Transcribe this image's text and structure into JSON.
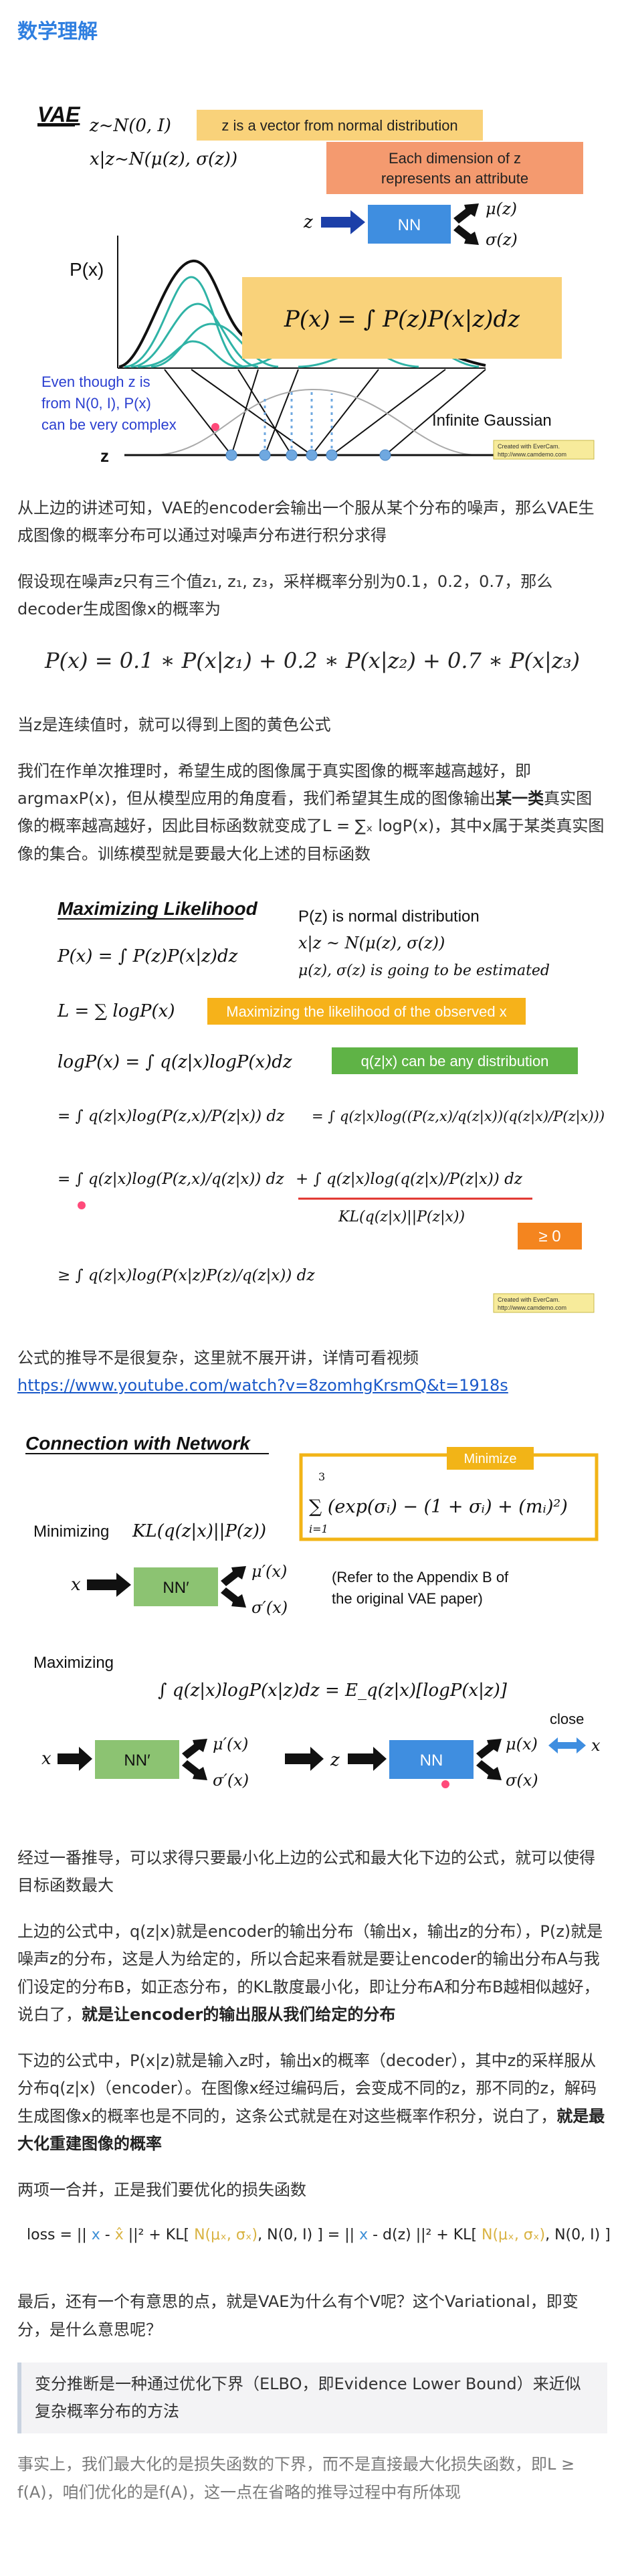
{
  "title": "数学理解",
  "fig1": {
    "vae_label": "VAE",
    "z_dist": "z~N(0, I)",
    "xz_dist": "x|z~N(μ(z), σ(z))",
    "note_vector": "z is a vector from normal distribution",
    "note_attr_line1": "Each dimension of z",
    "note_attr_line2": "represents an attribute",
    "z": "z",
    "nn": "NN",
    "mu": "μ(z)",
    "sigma": "σ(z)",
    "px_label": "P(x)",
    "px_formula": "P(x) = ∫ P(z)P(x|z)dz",
    "blue_line1": "Even though z is",
    "blue_line2": "from N(0, I), P(x)",
    "blue_line3": "can be very complex",
    "infinite": "Infinite Gaussian",
    "axis_z": "z",
    "credit1": "Created with EverCam.",
    "credit2": "http://www.camdemo.com"
  },
  "para1": "从上边的讲述可知，VAE的encoder会输出一个服从某个分布的噪声，那么VAE生成图像的概率分布可以通过对噪声分布进行积分求得",
  "para2": "假设现在噪声z只有三个值z₁, z₁, z₃，采样概率分别为0.1，0.2，0.7，那么decoder生成图像x的概率为",
  "formula1": "P(x) = 0.1 ∗ P(x|z₁) + 0.2 ∗ P(x|z₂) + 0.7 ∗ P(x|z₃)",
  "para3": "当z是连续值时，就可以得到上图的黄色公式",
  "para4_a": "我们在作单次推理时，希望生成的图像属于真实图像的概率越高越好，即argmaxP(x)，但从模型应用的角度看，我们希望其生成的图像输出",
  "para4_b": "某一类",
  "para4_c": "真实图像的概率越高越好，因此目标函数就变成了L = ∑ₓ logP(x)，其中x属于某类真实图像的集合。训练模型就是要最大化上述的目标函数",
  "fig2": {
    "title": "Maximizing Likelihood",
    "note1": "P(z) is normal distribution",
    "note2": "x|z ~ N(μ(z), σ(z))",
    "note3": "μ(z), σ(z) is going to be estimated",
    "eq1": "P(x) = ∫ P(z)P(x|z)dz",
    "eq2": "L = ∑ logP(x)",
    "banner1": "Maximizing the likelihood of the observed x",
    "eq3": "logP(x) = ∫ q(z|x)logP(x)dz",
    "banner2": "q(z|x) can be any distribution",
    "eq4a": "= ∫ q(z|x)log(P(z,x)/P(z|x)) dz",
    "eq4b": "= ∫ q(z|x)log((P(z,x)/q(z|x))(q(z|x)/P(z|x))) dz",
    "eq5a": "= ∫ q(z|x)log(P(z,x)/q(z|x)) dz",
    "eq5b": "+ ∫ q(z|x)log(q(z|x)/P(z|x)) dz",
    "kl": "KL(q(z|x)||P(z|x))",
    "geq0": "≥ 0",
    "eq6": "≥ ∫ q(z|x)log(P(x|z)P(z)/q(z|x)) dz",
    "credit1": "Created with EverCam.",
    "credit2": "http://www.camdemo.com"
  },
  "para5": "公式的推导不是很复杂，这里就不展开讲，详情可看视频",
  "link": "https://www.youtube.com/watch?v=8zomhgKrsmQ&t=1918s",
  "fig3": {
    "title": "Connection with Network",
    "minimize": "Minimize",
    "min_formula": "∑ (exp(σᵢ) − (1 + σᵢ) + (mᵢ)²)",
    "sum_top": "3",
    "sum_bot": "i=1",
    "minimizing": "Minimizing",
    "kl": "KL(q(z|x)||P(z))",
    "x": "x",
    "nn_prime": "NN′",
    "mu_prime": "μ′(x)",
    "sigma_prime": "σ′(x)",
    "refer1": "(Refer to the Appendix B of",
    "refer2": "the original VAE paper)",
    "maximizing": "Maximizing",
    "max_formula": "∫ q(z|x)logP(x|z)dz = E_q(z|x)[logP(x|z)]",
    "z": "z",
    "nn": "NN",
    "mu": "μ(x)",
    "sigma": "σ(x)",
    "close": "close"
  },
  "para6": "经过一番推导，可以求得只要最小化上边的公式和最大化下边的公式，就可以使得目标函数最大",
  "para7_a": "上边的公式中，q(z|x)就是encoder的输出分布（输出x，输出z的分布），P(z)就是噪声z的分布，这是人为给定的，所以合起来看就是要让encoder的输出分布A与我们设定的分布B，如正态分布，的KL散度最小化，即让分布A和分布B越相似越好，说白了，",
  "para7_b": "就是让encoder的输出服从我们给定的分布",
  "para8_a": "下边的公式中，P(x|z)就是输入z时，输出x的概率（decoder），其中z的采样服从分布q(z|x)（encoder）。在图像x经过编码后，会变成不同的z，那不同的z，解码生成图像x的概率也是不同的，这条公式就是在对这些概率作积分，说白了，",
  "para8_b": "就是最大化重建图像的概率",
  "para9": "两项一合并，正是我们要优化的损失函数",
  "loss": {
    "l1": "loss  =  || ",
    "x": "x",
    "minus": " - ",
    "xhat": "x̂",
    "l2": " ||² + KL[ ",
    "n1": "N(μₓ, σₓ)",
    "l3": ", N(0, I) ]  =  || ",
    "x2": "x",
    "l4": " - d(z) ||² + KL[ ",
    "n2": "N(μₓ, σₓ)",
    "l5": ", N(0, I) ]"
  },
  "para10": "最后，还有一个有意思的点，就是VAE为什么有个V呢？这个Variational，即变分，是什么意思呢？",
  "quote": "变分推断是一种通过优化下界（ELBO，即Evidence Lower Bound）来近似复杂概率分布的方法",
  "para11": "事实上，我们最大化的是损失函数的下界，而不是直接最大化损失函数，即L ≥ f(A)，咱们优化的是f(A)，这一点在省略的推导过程中有所体现"
}
